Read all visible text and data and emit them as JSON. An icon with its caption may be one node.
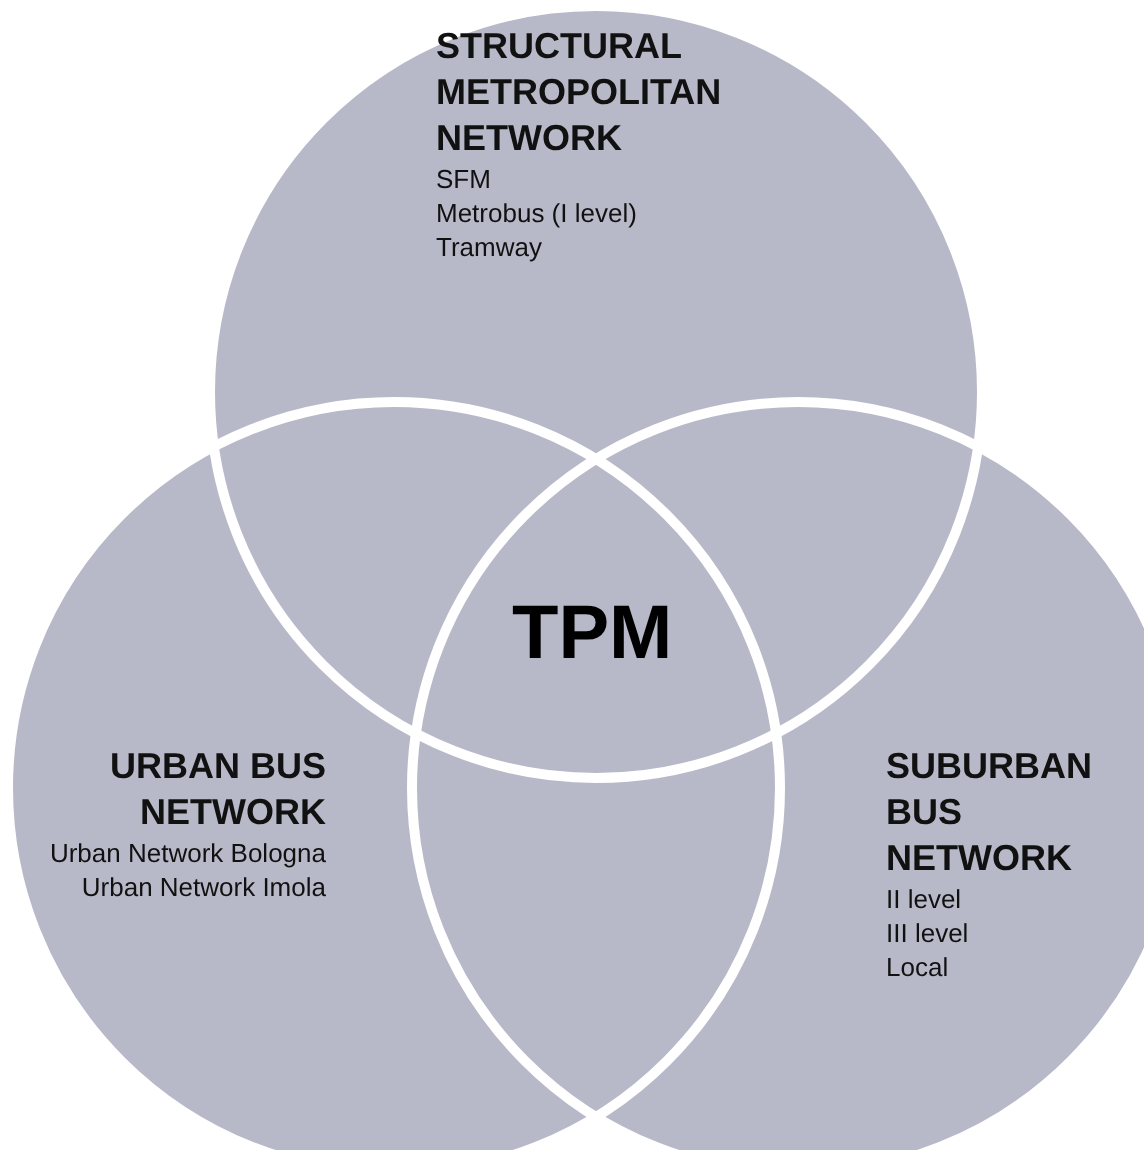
{
  "diagram": {
    "nodes": [
      {
        "text": [
          "STRUCTURAL METROPOLITAN NETWORK",
          "SFM",
          "Metrobus (I level)",
          "Tramway"
        ]
      },
      {
        "text": [
          "URBAN BUS NETWORK",
          "Urban Network Bologna",
          "Urban Network Imola"
        ]
      },
      {
        "text": [
          "SUBURBAN BUS NETWORK",
          "II level",
          "III level",
          "Local"
        ]
      }
    ],
    "labels": [
      "TPM"
    ]
  }
}
